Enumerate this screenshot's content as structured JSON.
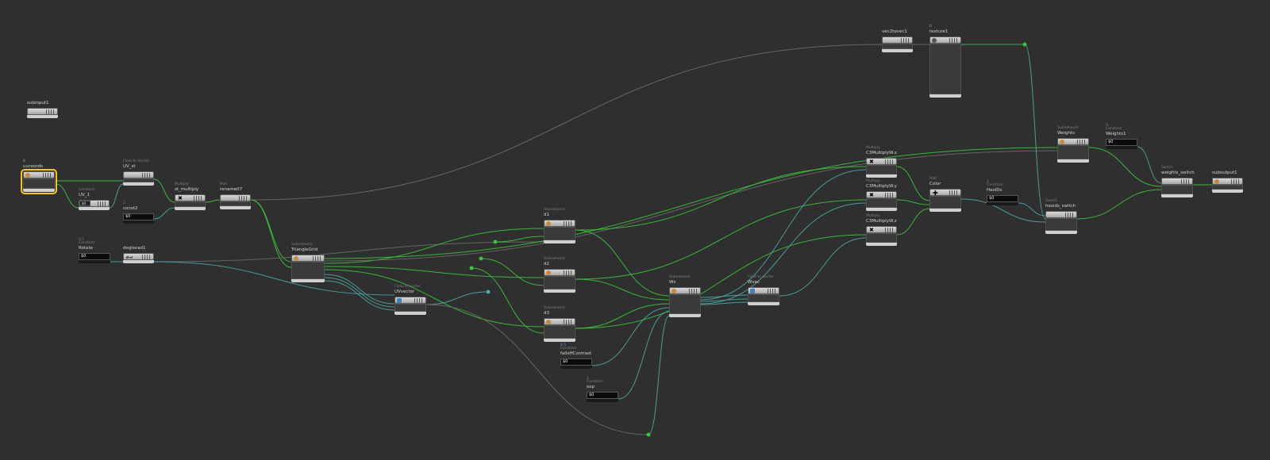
{
  "colors": {
    "wire_green": "#3fc23f",
    "wire_teal": "#4fa6a6",
    "wire_gray": "#6a6a6a",
    "selected": "#f5c518"
  },
  "nodes": {
    "subinput1": {
      "name": "subinput1"
    },
    "uvcoords": {
      "flag": "6",
      "name": "uvcoords"
    },
    "uv_st": {
      "type": "Float to Vector",
      "name": "UV_st"
    },
    "uv_1": {
      "type": "Constant",
      "name": "UV_1",
      "value": "$0"
    },
    "const2": {
      "flag": "2",
      "name": "const2",
      "value": "$0"
    },
    "st_multiply": {
      "type": "Multiply",
      "name": "st_multiply"
    },
    "rename": {
      "type": "Null",
      "name": "rename07"
    },
    "rotate": {
      "flag": "0.1",
      "type": "Constant",
      "name": "Rotate",
      "value": "$0"
    },
    "degtorad": {
      "name": "degtorad1",
      "symbol": "d→r"
    },
    "trianglegrid": {
      "type": "Subnetwork",
      "name": "TriangleGrid"
    },
    "uvvector": {
      "type": "Float to Vector",
      "name": "UVvector"
    },
    "d1": {
      "type": "Subnetwork",
      "name": "d1"
    },
    "d2": {
      "type": "Subnetwork",
      "name": "d2"
    },
    "d3": {
      "type": "Subnetwork",
      "name": "d3"
    },
    "falloff": {
      "flag": "0.5",
      "type": "Constant",
      "name": "falloffContrast",
      "value": "$0"
    },
    "exp": {
      "flag": "1",
      "type": "Constant",
      "name": "exp",
      "value": "$0"
    },
    "ws": {
      "type": "Subnetwork",
      "name": "Ws"
    },
    "wvec": {
      "type": "Float to Vector",
      "name": "Wvec"
    },
    "vec2": {
      "name": "vec2tovec1"
    },
    "texture": {
      "flag": "0",
      "name": "texture1"
    },
    "cm_x": {
      "type": "Multiply",
      "name": "C3MultiplyW.x"
    },
    "cm_y": {
      "type": "Multiply",
      "name": "C3MultiplyW.y"
    },
    "cm_z": {
      "type": "Multiply",
      "name": "C3MultiplyW.z"
    },
    "color": {
      "type": "Add",
      "name": "Color"
    },
    "hexids": {
      "flag": "1",
      "type": "Constant",
      "name": "HexIDs",
      "value": "$0"
    },
    "hexids_switch": {
      "type": "Switch",
      "name": "hexids_switch"
    },
    "weights": {
      "type": "Subnetwork",
      "name": "Weights"
    },
    "weights1": {
      "flag": "0",
      "type": "Constant",
      "name": "Weights1",
      "value": "$0"
    },
    "weights_switch": {
      "type": "Switch",
      "name": "weights_switch"
    },
    "suboutput": {
      "name": "suboutput1"
    }
  }
}
